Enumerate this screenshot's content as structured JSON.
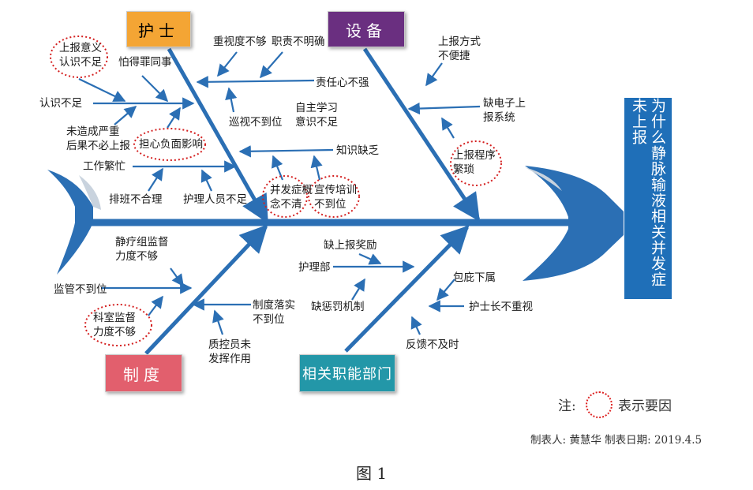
{
  "colors": {
    "spine": "#2b6fb4",
    "nurse": "#f4a534",
    "device": "#6a2f80",
    "system": "#e25f6d",
    "dept": "#2397a8",
    "head": "#1f6fb8",
    "circle": "#d42020"
  },
  "categories": {
    "nurse": "护士",
    "device": "设备",
    "system": "制度",
    "dept": "相关职能部门"
  },
  "problem": "为什么静脉输液相关并发症未上报",
  "causes": {
    "nurse": [
      "上报意义\n认识不足",
      "怕得罪同事",
      "认识不足",
      "未造成严重\n后果不必上报",
      "担心负面影响",
      "工作繁忙",
      "排班不合理",
      "护理人员不足",
      "重视度不够",
      "职责不明确",
      "责任心不强",
      "巡视不到位",
      "自主学习\n意识不足",
      "知识缺乏",
      "并发症概\n念不清",
      "宣传培训\n不到位"
    ],
    "device": [
      "上报方式\n不便捷",
      "缺电子上\n报系统",
      "上报程序\n繁琐"
    ],
    "system": [
      "静疗组监督\n力度不够",
      "监管不到位",
      "科室监督\n力度不够",
      "制度落实\n不到位",
      "质控员未\n发挥作用"
    ],
    "dept": [
      "缺上报奖励",
      "护理部",
      "缺惩罚机制",
      "包庇下属",
      "护士长不重视",
      "反馈不及时"
    ]
  },
  "note": {
    "prefix": "注:",
    "text": "表示要因"
  },
  "credit": "制表人: 黄慧华   制表日期: 2019.4.5",
  "caption": "图 1"
}
